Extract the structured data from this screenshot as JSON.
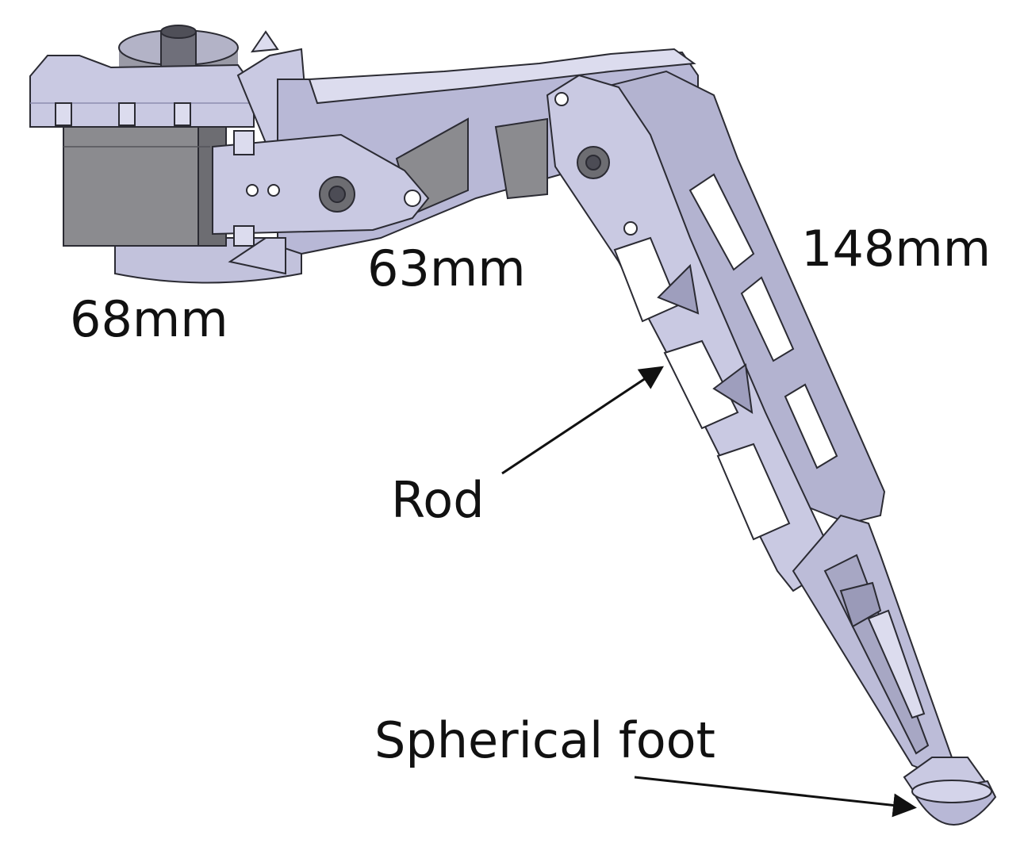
{
  "labels": {
    "coxa_length": "68mm",
    "femur_length": "63mm",
    "tibia_length": "148mm",
    "rod": "Rod",
    "spherical_foot": "Spherical foot"
  },
  "colors": {
    "part_face": "#c9c9e2",
    "part_light": "#dcdcee",
    "part_shadow": "#a7a7c4",
    "servo_body": "#8b8b8f",
    "servo_dark": "#6d6d72",
    "outline": "#2b2b33",
    "arrow": "#111111",
    "background": "#ffffff"
  },
  "components": [
    "coxa-servo",
    "coxa-bracket",
    "femur-link",
    "femur-servo",
    "tibia-link",
    "rod",
    "spherical-foot"
  ]
}
